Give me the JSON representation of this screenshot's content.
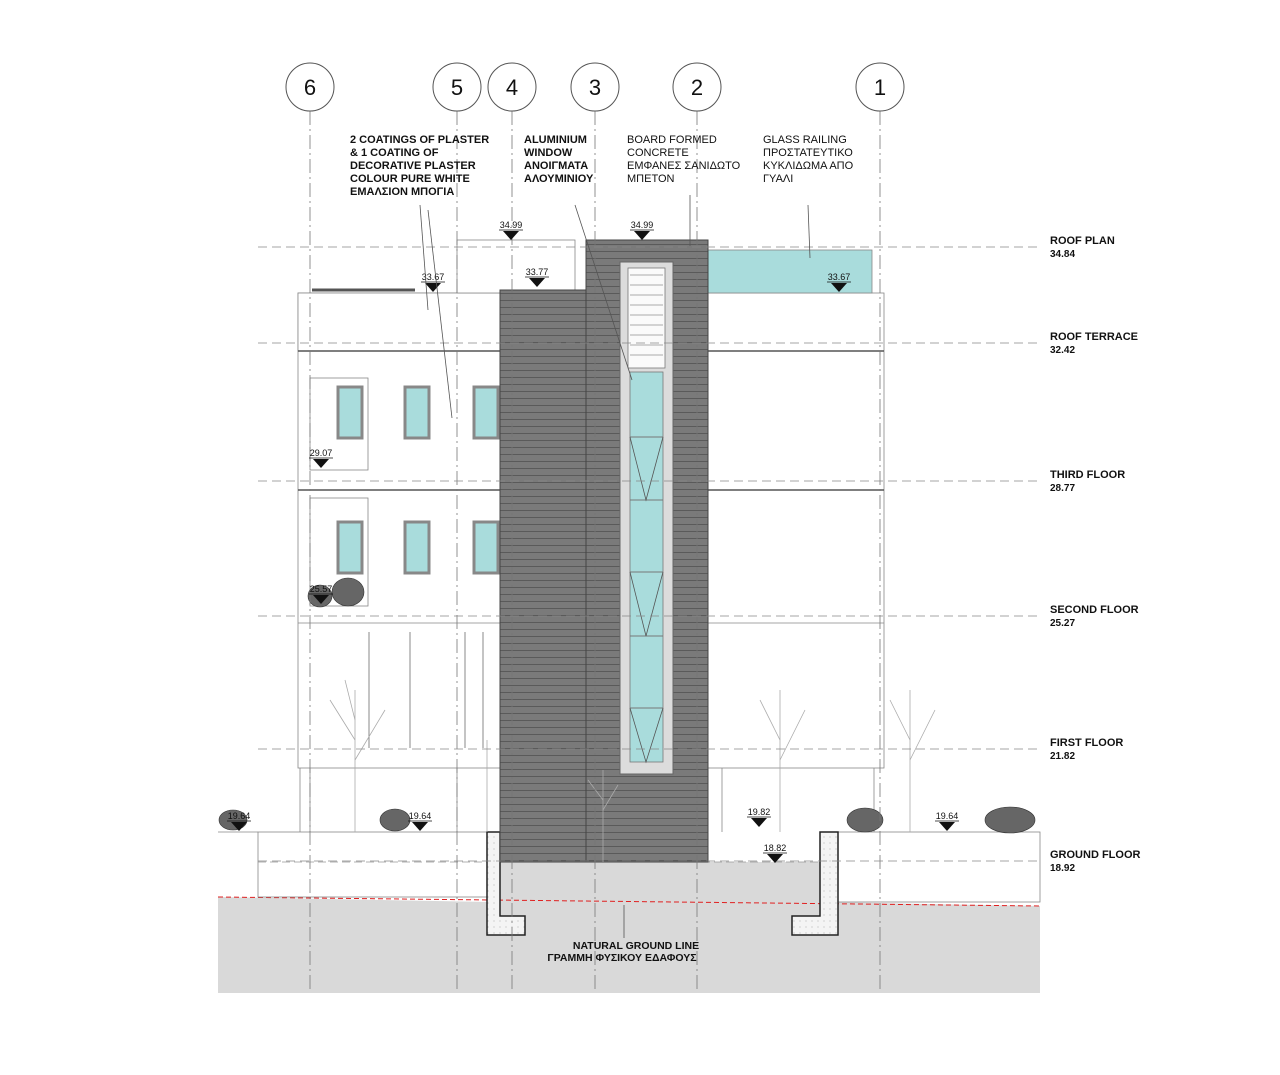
{
  "drawing": {
    "gridlines": [
      "6",
      "5",
      "4",
      "3",
      "2",
      "1"
    ],
    "notes": {
      "plaster": [
        "2 COATINGS OF PLASTER",
        "& 1 COATING OF",
        "DECORATIVE PLASTER",
        "COLOUR PURE WHITE",
        "ΕΜΑΛΣΙΟΝ ΜΠΟΓΙΑ"
      ],
      "window": [
        "ALUMINIUM",
        "WINDOW",
        "ΑΝΟΙΓΜΑΤΑ",
        "ΑΛΟΥΜΙΝΙΟΥ"
      ],
      "concrete": [
        "BOARD FORMED",
        "CONCRETE",
        "ΕΜΦΑΝΕΣ ΣΑΝΙΔΩΤΟ",
        "ΜΠΕΤΟΝ"
      ],
      "railing": [
        "GLASS RAILING",
        "ΠΡΟΣΤΑΤΕΥΤΙΚΟ",
        "ΚΥΚΛΙΔΩΜΑ ΑΠΟ",
        "ΓΥΑΛΙ"
      ]
    },
    "levels": [
      {
        "name": "ROOF PLAN",
        "value": "34.84"
      },
      {
        "name": "ROOF TERRACE",
        "value": "32.42"
      },
      {
        "name": "THIRD FLOOR",
        "value": "28.77"
      },
      {
        "name": "SECOND FLOOR",
        "value": "25.27"
      },
      {
        "name": "FIRST FLOOR",
        "value": "21.82"
      },
      {
        "name": "GROUND FLOOR",
        "value": "18.92"
      }
    ],
    "spot_levels": [
      "34.99",
      "34.99",
      "33.77",
      "33.67",
      "33.67",
      "29.07",
      "25.57",
      "19.64",
      "19.64",
      "19.82",
      "18.82",
      "19.64"
    ],
    "ground_label": [
      "NATURAL GROUND LINE",
      "ΓΡΑΜΜΗ ΦΥΣΙΚΟΥ ΕΔΑΦΟΥΣ"
    ],
    "colors": {
      "glass": "#a9dcdc",
      "concrete": "#777777",
      "ground": "#d9d9d9",
      "ground_line": "#e02020"
    }
  }
}
